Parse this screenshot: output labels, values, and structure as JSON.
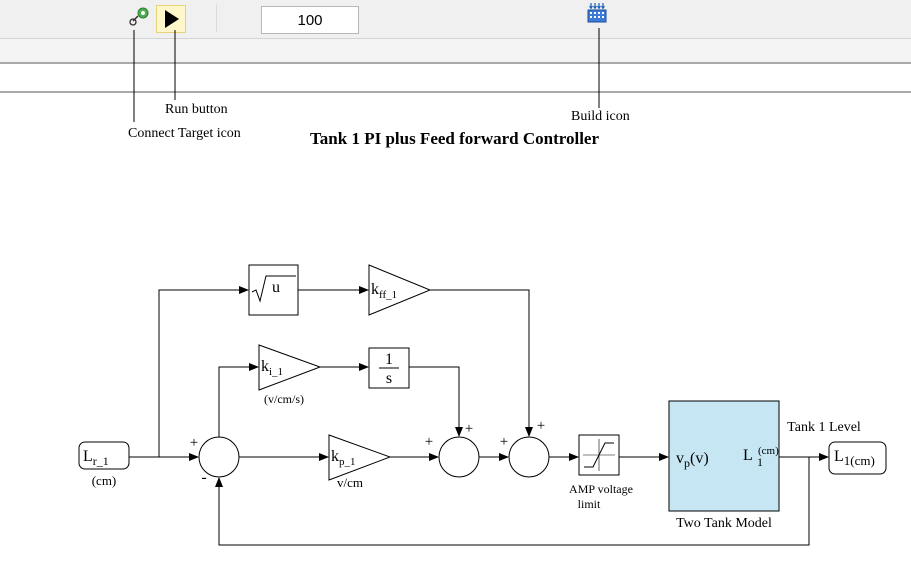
{
  "toolbar": {
    "stop_time": "100",
    "icons": {
      "connect": "connect-target-icon",
      "run": "run-play-icon",
      "build": "build-icon"
    }
  },
  "callouts": {
    "run": "Run button",
    "connect": "Connect Target icon",
    "build": "Build icon"
  },
  "diagram": {
    "title": "Tank 1 PI plus Feed forward Controller",
    "input": {
      "main": "L",
      "sub": "r_1",
      "units": "(cm)"
    },
    "sqrt_block": "u",
    "kff": {
      "main": "k",
      "sub": "ff_1"
    },
    "ki": {
      "main": "k",
      "sub": "i_1",
      "units": "(v/cm/s)"
    },
    "integrator": {
      "num": "1",
      "den": "s"
    },
    "kp": {
      "main": "k",
      "sub": "p_1",
      "units": "v/cm"
    },
    "sum_signs": {
      "sum1_top": "+",
      "sum1_bottom": "-",
      "sum2_left": "+",
      "sum2_top": "+",
      "sum3_left": "+",
      "sum3_top": "+"
    },
    "saturation": {
      "label_line1": "AMP voltage",
      "label_line2": "limit"
    },
    "plant": {
      "in_main": "v",
      "in_sub": "p",
      "in_suffix": "(v)",
      "out_main": "L",
      "out_sub": "1",
      "out_sup": "(cm)",
      "name": "Two Tank Model"
    },
    "output_signal": "Tank 1 Level",
    "output": {
      "main": "L",
      "sub": "1(cm)"
    }
  },
  "colors": {
    "plant_fill": "#c5e6f2",
    "run_bg": "#fff6c9"
  }
}
